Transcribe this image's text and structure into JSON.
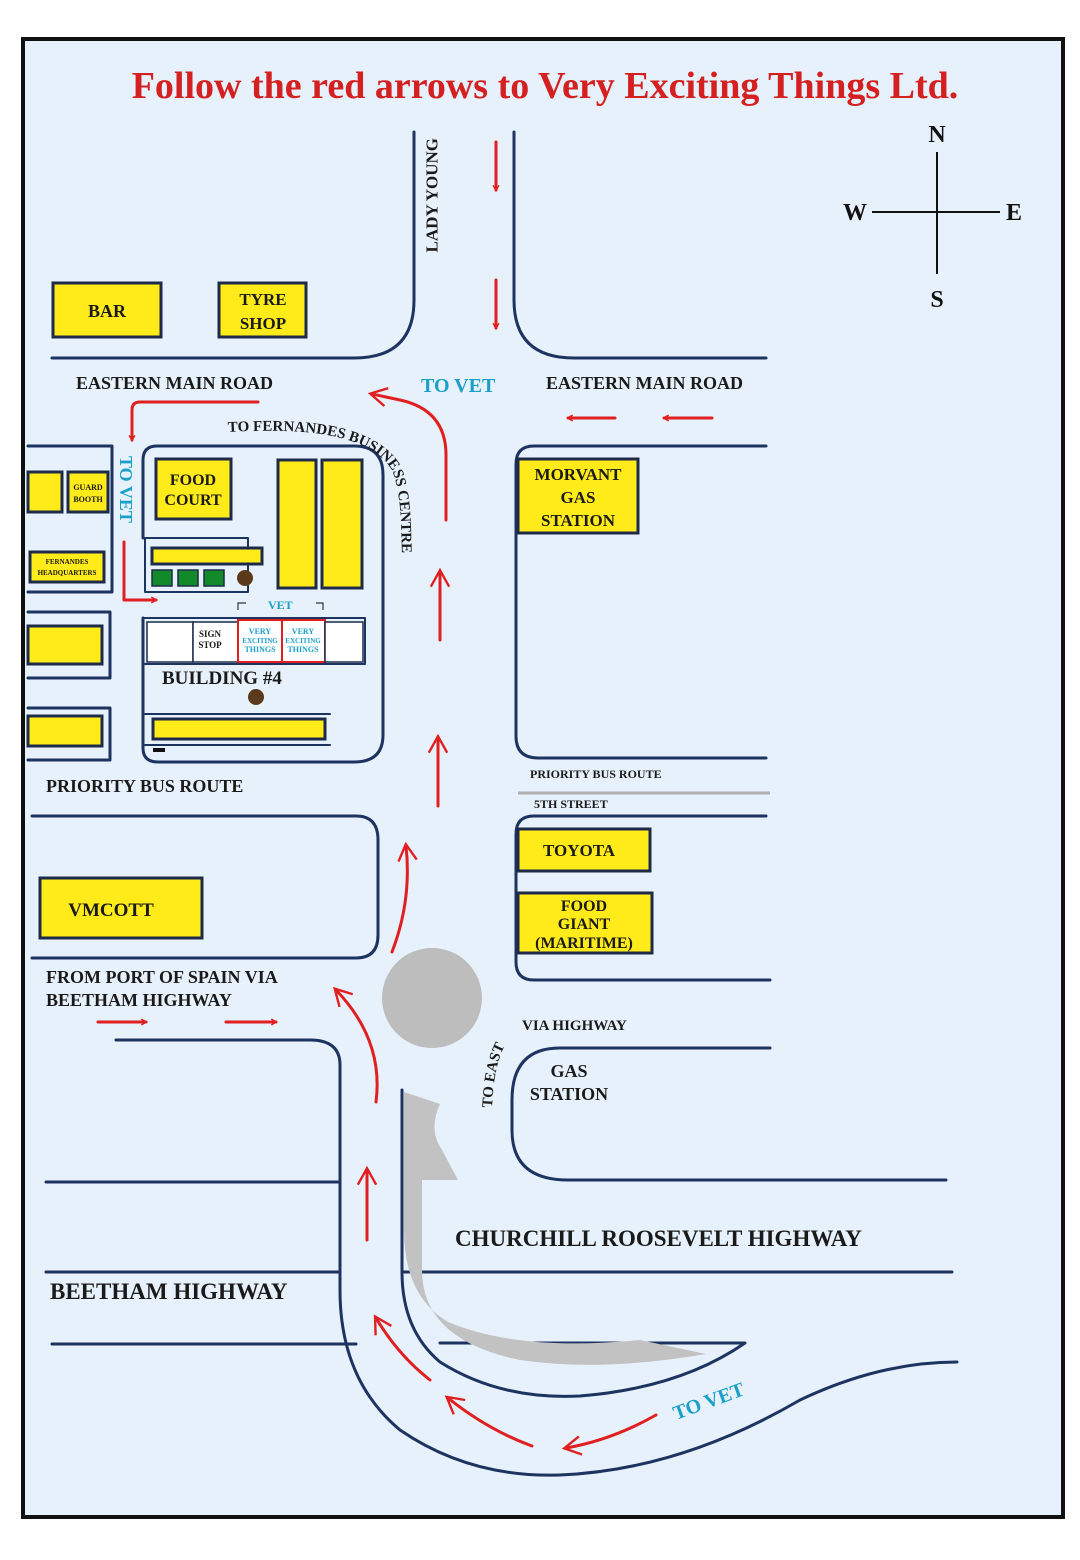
{
  "title": "Follow the red arrows to Very Exciting Things Ltd.",
  "compass": {
    "n": "N",
    "s": "S",
    "e": "E",
    "w": "W"
  },
  "roads": {
    "lady_young": "LADY YOUNG",
    "eastern_main_west": "EASTERN MAIN ROAD",
    "eastern_main_east": "EASTERN MAIN ROAD",
    "to_fernandes": "TO FERNANDES BUSINESS CENTRE",
    "priority_bus_west": "PRIORITY BUS ROUTE",
    "priority_bus_east": "PRIORITY BUS ROUTE",
    "fifth_street": "5TH STREET",
    "from_pos_1": "FROM PORT OF SPAIN VIA",
    "from_pos_2": "BEETHAM HIGHWAY",
    "to_east": "TO EAST",
    "via_highway": "VIA HIGHWAY",
    "churchill": "CHURCHILL ROOSEVELT HIGHWAY",
    "beetham": "BEETHAM HIGHWAY"
  },
  "vet_labels": {
    "to_vet_top": "TO VET",
    "to_vet_side": "TO VET",
    "vet_small": "VET",
    "to_vet_bottom": "TO VET"
  },
  "buildings": {
    "bar": "BAR",
    "tyre_1": "TYRE",
    "tyre_2": "SHOP",
    "food_court_1": "FOOD",
    "food_court_2": "COURT",
    "guard_1": "GUARD",
    "guard_2": "BOOTH",
    "fernandes_1": "FERNANDES",
    "fernandes_2": "HEADQUARTERS",
    "morvant_1": "MORVANT",
    "morvant_2": "GAS",
    "morvant_3": "STATION",
    "sign_1": "SIGN",
    "sign_2": "STOP",
    "vet1_1": "VERY",
    "vet1_2": "EXCITING",
    "vet1_3": "THINGS",
    "vet2_1": "VERY",
    "vet2_2": "EXCITING",
    "vet2_3": "THINGS",
    "building4": "BUILDING #4",
    "toyota": "TOYOTA",
    "food_giant_1": "FOOD",
    "food_giant_2": "GIANT",
    "food_giant_3": "(MARITIME)",
    "vmcott": "VMCOTT",
    "gas_1": "GAS",
    "gas_2": "STATION"
  },
  "colors": {
    "background": "#e6f1fb",
    "road": "#1d3461",
    "building": "#ffeb1a",
    "arrow": "#e02020",
    "title": "#d42020",
    "vet": "#1aa0c8",
    "roundabout": "#bdbdbd"
  }
}
